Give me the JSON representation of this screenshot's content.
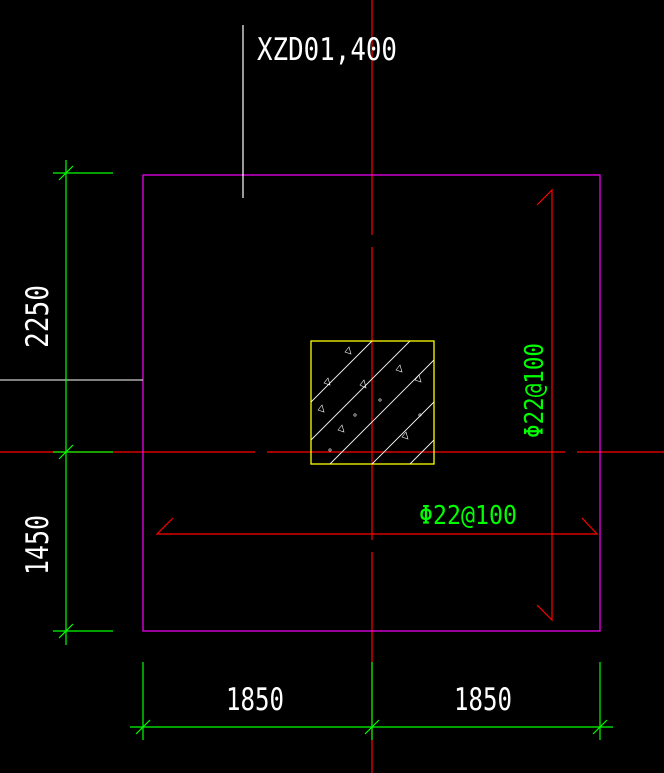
{
  "drawing": {
    "label": "XZD01,400",
    "dimensions": {
      "left_upper": "2250",
      "left_lower": "1450",
      "bottom_left": "1850",
      "bottom_right": "1850"
    },
    "rebar": {
      "vertical": "Φ22@100",
      "horizontal": "Φ22@100"
    }
  },
  "colors": {
    "background": "#000000",
    "footing_outline": "#ff00ff",
    "axis": "#ff0000",
    "dimension": "#00ff00",
    "leader": "#ffffff",
    "column": "#ffff00",
    "rebar_line": "#ff0000",
    "rebar_text": "#00ff00"
  }
}
